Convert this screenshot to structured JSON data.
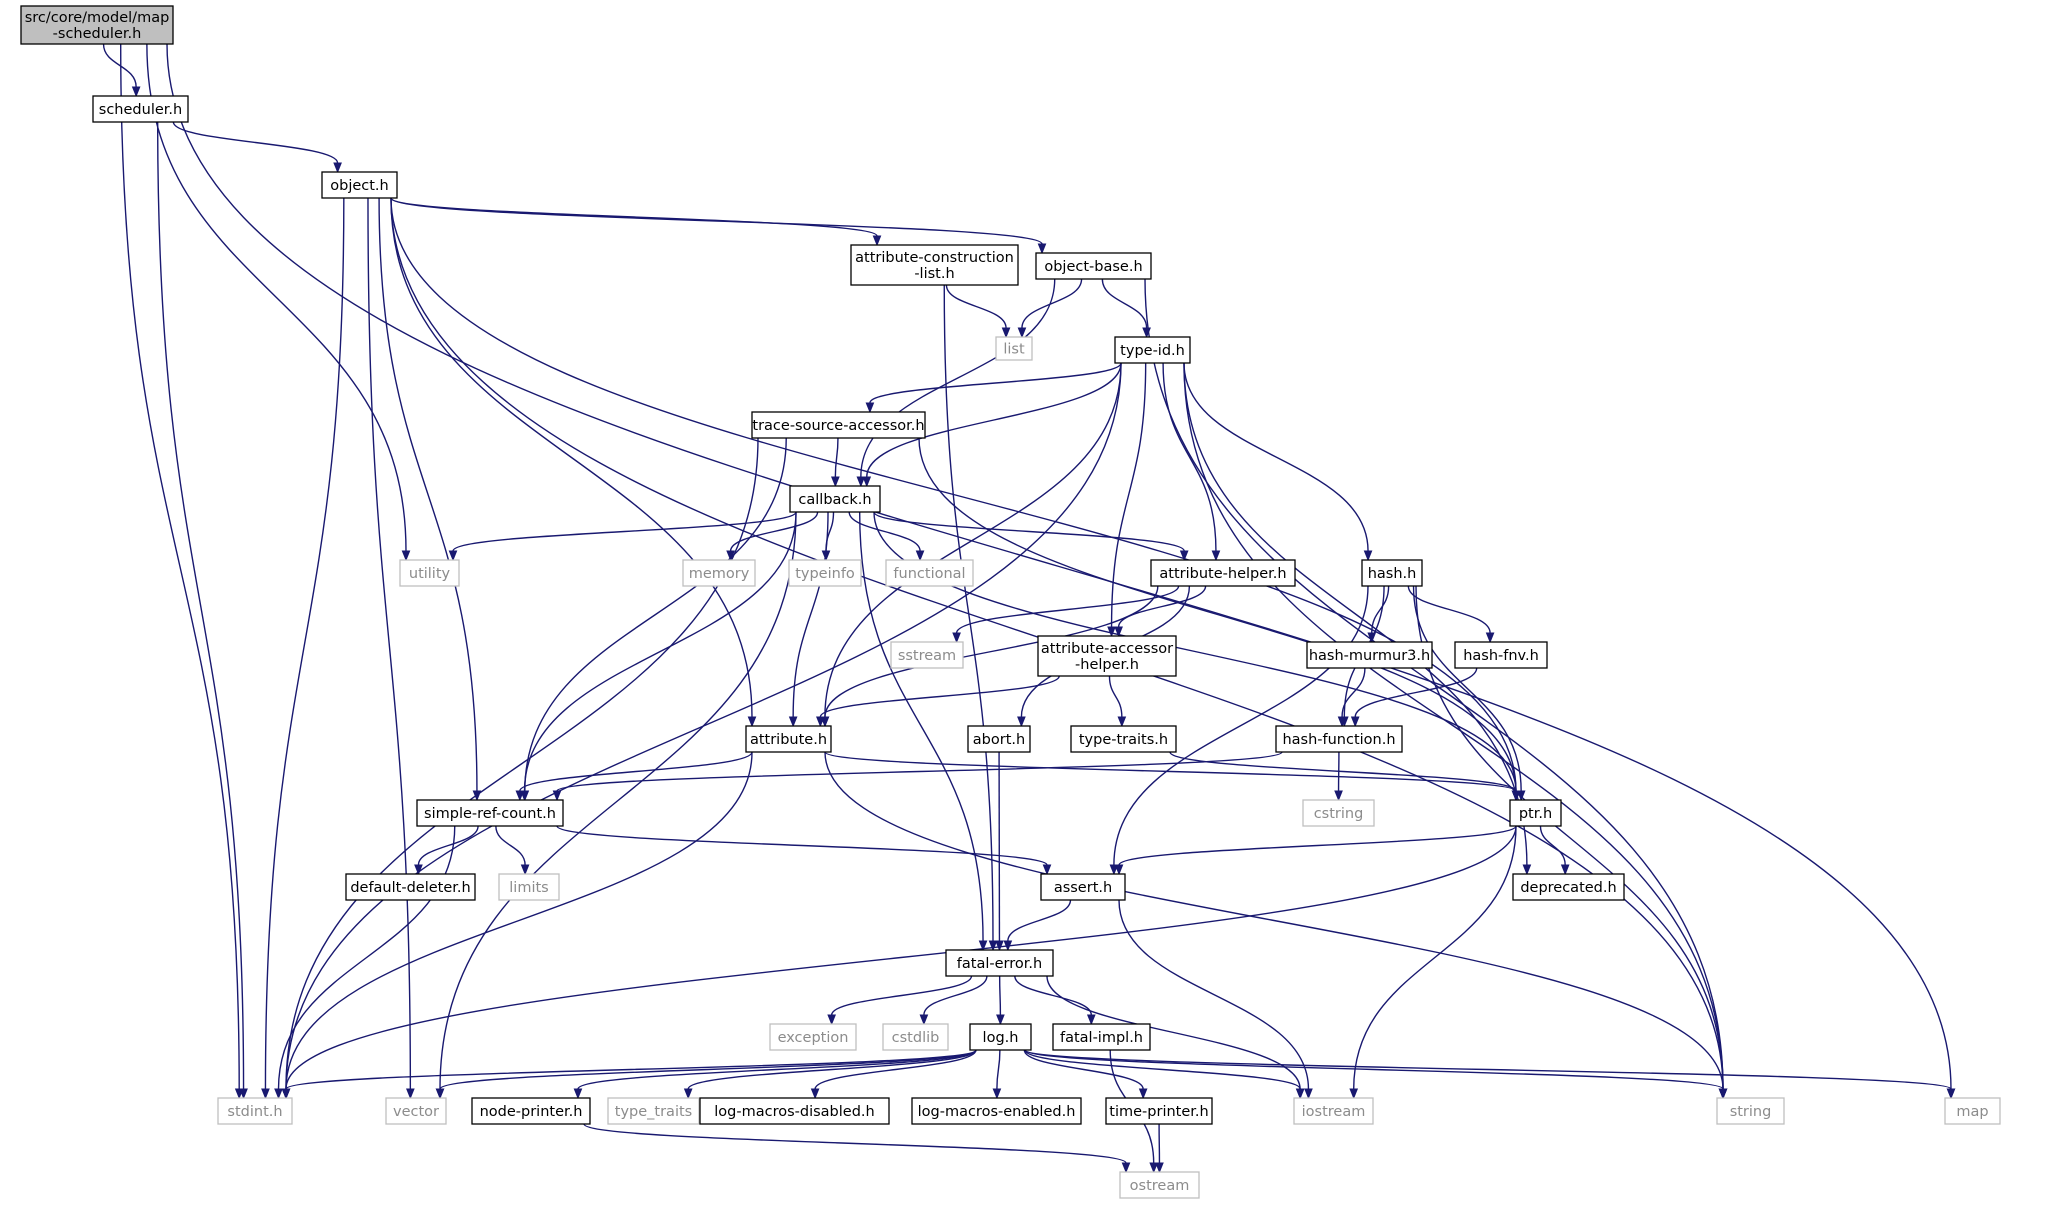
{
  "colors": {
    "edge": "#191970",
    "header_border": "#000000",
    "system_border": "#bfbfbf",
    "root_fill": "#bfbfbf",
    "system_text": "#8c8c8c"
  },
  "nodes": [
    {
      "id": "root",
      "kind": "root",
      "lines": [
        "src/core/model/map",
        "-scheduler.h"
      ]
    },
    {
      "id": "scheduler",
      "kind": "header",
      "lines": [
        "scheduler.h"
      ]
    },
    {
      "id": "object",
      "kind": "header",
      "lines": [
        "object.h"
      ]
    },
    {
      "id": "attrcons",
      "kind": "header",
      "lines": [
        "attribute-construction",
        "-list.h"
      ]
    },
    {
      "id": "objbase",
      "kind": "header",
      "lines": [
        "object-base.h"
      ]
    },
    {
      "id": "list",
      "kind": "system",
      "lines": [
        "list"
      ]
    },
    {
      "id": "typeid",
      "kind": "header",
      "lines": [
        "type-id.h"
      ]
    },
    {
      "id": "tsa",
      "kind": "header",
      "lines": [
        "trace-source-accessor.h"
      ]
    },
    {
      "id": "callback",
      "kind": "header",
      "lines": [
        "callback.h"
      ]
    },
    {
      "id": "utility",
      "kind": "system",
      "lines": [
        "utility"
      ]
    },
    {
      "id": "memory",
      "kind": "system",
      "lines": [
        "memory"
      ]
    },
    {
      "id": "typeinfo",
      "kind": "system",
      "lines": [
        "typeinfo"
      ]
    },
    {
      "id": "functional",
      "kind": "system",
      "lines": [
        "functional"
      ]
    },
    {
      "id": "attrhelper",
      "kind": "header",
      "lines": [
        "attribute-helper.h"
      ]
    },
    {
      "id": "hash",
      "kind": "header",
      "lines": [
        "hash.h"
      ]
    },
    {
      "id": "sstream",
      "kind": "system",
      "lines": [
        "sstream"
      ]
    },
    {
      "id": "attracc",
      "kind": "header",
      "lines": [
        "attribute-accessor",
        "-helper.h"
      ]
    },
    {
      "id": "murmur",
      "kind": "header",
      "lines": [
        "hash-murmur3.h"
      ]
    },
    {
      "id": "fnv",
      "kind": "header",
      "lines": [
        "hash-fnv.h"
      ]
    },
    {
      "id": "attribute",
      "kind": "header",
      "lines": [
        "attribute.h"
      ]
    },
    {
      "id": "abort",
      "kind": "header",
      "lines": [
        "abort.h"
      ]
    },
    {
      "id": "typetraitsh",
      "kind": "header",
      "lines": [
        "type-traits.h"
      ]
    },
    {
      "id": "hashfunc",
      "kind": "header",
      "lines": [
        "hash-function.h"
      ]
    },
    {
      "id": "src",
      "kind": "header",
      "lines": [
        "simple-ref-count.h"
      ]
    },
    {
      "id": "cstring",
      "kind": "system",
      "lines": [
        "cstring"
      ]
    },
    {
      "id": "ptr",
      "kind": "header",
      "lines": [
        "ptr.h"
      ]
    },
    {
      "id": "defdel",
      "kind": "header",
      "lines": [
        "default-deleter.h"
      ]
    },
    {
      "id": "limits",
      "kind": "system",
      "lines": [
        "limits"
      ]
    },
    {
      "id": "assert",
      "kind": "header",
      "lines": [
        "assert.h"
      ]
    },
    {
      "id": "deprecated",
      "kind": "header",
      "lines": [
        "deprecated.h"
      ]
    },
    {
      "id": "fatal",
      "kind": "header",
      "lines": [
        "fatal-error.h"
      ]
    },
    {
      "id": "exception",
      "kind": "system",
      "lines": [
        "exception"
      ]
    },
    {
      "id": "cstdlib",
      "kind": "system",
      "lines": [
        "cstdlib"
      ]
    },
    {
      "id": "log",
      "kind": "header",
      "lines": [
        "log.h"
      ]
    },
    {
      "id": "fatalimpl",
      "kind": "header",
      "lines": [
        "fatal-impl.h"
      ]
    },
    {
      "id": "stdint",
      "kind": "system",
      "lines": [
        "stdint.h"
      ]
    },
    {
      "id": "vector",
      "kind": "system",
      "lines": [
        "vector"
      ]
    },
    {
      "id": "nodeprinter",
      "kind": "header",
      "lines": [
        "node-printer.h"
      ]
    },
    {
      "id": "type_traits",
      "kind": "system",
      "lines": [
        "type_traits"
      ]
    },
    {
      "id": "lmd",
      "kind": "header",
      "lines": [
        "log-macros-disabled.h"
      ]
    },
    {
      "id": "lme",
      "kind": "header",
      "lines": [
        "log-macros-enabled.h"
      ]
    },
    {
      "id": "timeprinter",
      "kind": "header",
      "lines": [
        "time-printer.h"
      ]
    },
    {
      "id": "iostream",
      "kind": "system",
      "lines": [
        "iostream"
      ]
    },
    {
      "id": "string",
      "kind": "system",
      "lines": [
        "string"
      ]
    },
    {
      "id": "map",
      "kind": "system",
      "lines": [
        "map"
      ]
    },
    {
      "id": "ostream",
      "kind": "system",
      "lines": [
        "ostream"
      ]
    }
  ],
  "edges": [
    [
      "root",
      "scheduler"
    ],
    [
      "root",
      "utility"
    ],
    [
      "root",
      "stdint"
    ],
    [
      "root",
      "map"
    ],
    [
      "scheduler",
      "object"
    ],
    [
      "scheduler",
      "stdint"
    ],
    [
      "object",
      "attrcons"
    ],
    [
      "object",
      "objbase"
    ],
    [
      "object",
      "attribute"
    ],
    [
      "object",
      "src"
    ],
    [
      "object",
      "stdint"
    ],
    [
      "object",
      "vector"
    ],
    [
      "object",
      "ptr"
    ],
    [
      "object",
      "string"
    ],
    [
      "attrcons",
      "list"
    ],
    [
      "attrcons",
      "fatal"
    ],
    [
      "objbase",
      "list"
    ],
    [
      "objbase",
      "typeid"
    ],
    [
      "objbase",
      "callback"
    ],
    [
      "objbase",
      "string"
    ],
    [
      "typeid",
      "tsa"
    ],
    [
      "typeid",
      "callback"
    ],
    [
      "typeid",
      "attribute"
    ],
    [
      "typeid",
      "attrhelper"
    ],
    [
      "typeid",
      "attracc"
    ],
    [
      "typeid",
      "hash"
    ],
    [
      "typeid",
      "stdint"
    ],
    [
      "typeid",
      "string"
    ],
    [
      "typeid",
      "deprecated"
    ],
    [
      "tsa",
      "callback"
    ],
    [
      "tsa",
      "src"
    ],
    [
      "tsa",
      "ptr"
    ],
    [
      "tsa",
      "stdint"
    ],
    [
      "callback",
      "utility"
    ],
    [
      "callback",
      "memory"
    ],
    [
      "callback",
      "typeinfo"
    ],
    [
      "callback",
      "functional"
    ],
    [
      "callback",
      "attrhelper"
    ],
    [
      "callback",
      "attribute"
    ],
    [
      "callback",
      "src"
    ],
    [
      "callback",
      "ptr"
    ],
    [
      "callback",
      "vector"
    ],
    [
      "callback",
      "fatal"
    ],
    [
      "attrhelper",
      "attribute"
    ],
    [
      "attrhelper",
      "attracc"
    ],
    [
      "attrhelper",
      "sstream"
    ],
    [
      "attrhelper",
      "abort"
    ],
    [
      "hash",
      "murmur"
    ],
    [
      "hash",
      "fnv"
    ],
    [
      "hash",
      "hashfunc"
    ],
    [
      "hash",
      "assert"
    ],
    [
      "hash",
      "ptr"
    ],
    [
      "hash",
      "string"
    ],
    [
      "murmur",
      "hashfunc"
    ],
    [
      "fnv",
      "hashfunc"
    ],
    [
      "attracc",
      "attribute"
    ],
    [
      "attracc",
      "typetraitsh"
    ],
    [
      "attribute",
      "src"
    ],
    [
      "attribute",
      "ptr"
    ],
    [
      "attribute",
      "stdint"
    ],
    [
      "attribute",
      "string"
    ],
    [
      "abort",
      "fatal"
    ],
    [
      "typetraitsh",
      "ptr"
    ],
    [
      "hashfunc",
      "src"
    ],
    [
      "hashfunc",
      "cstring"
    ],
    [
      "src",
      "defdel"
    ],
    [
      "src",
      "limits"
    ],
    [
      "src",
      "assert"
    ],
    [
      "src",
      "stdint"
    ],
    [
      "ptr",
      "assert"
    ],
    [
      "ptr",
      "deprecated"
    ],
    [
      "ptr",
      "iostream"
    ],
    [
      "ptr",
      "stdint"
    ],
    [
      "assert",
      "fatal"
    ],
    [
      "assert",
      "iostream"
    ],
    [
      "fatal",
      "exception"
    ],
    [
      "fatal",
      "cstdlib"
    ],
    [
      "fatal",
      "log"
    ],
    [
      "fatal",
      "fatalimpl"
    ],
    [
      "fatal",
      "iostream"
    ],
    [
      "fatalimpl",
      "ostream"
    ],
    [
      "log",
      "stdint"
    ],
    [
      "log",
      "vector"
    ],
    [
      "log",
      "nodeprinter"
    ],
    [
      "log",
      "type_traits"
    ],
    [
      "log",
      "lmd"
    ],
    [
      "log",
      "lme"
    ],
    [
      "log",
      "timeprinter"
    ],
    [
      "log",
      "iostream"
    ],
    [
      "log",
      "string"
    ],
    [
      "log",
      "map"
    ],
    [
      "nodeprinter",
      "ostream"
    ],
    [
      "timeprinter",
      "ostream"
    ]
  ]
}
